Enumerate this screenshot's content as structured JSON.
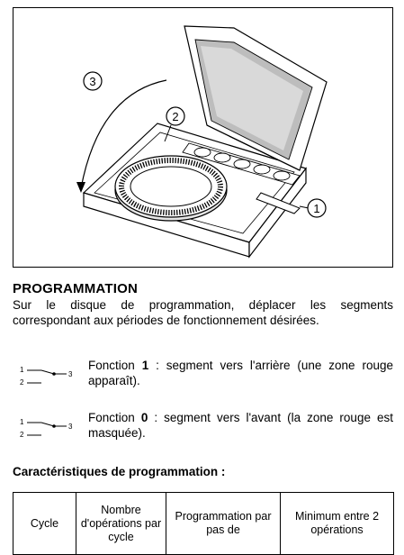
{
  "figure": {
    "callouts": [
      "1",
      "2",
      "3"
    ]
  },
  "heading": "PROGRAMMATION",
  "intro": "Sur le disque de programmation, déplacer les segments correspondant aux périodes de fonctionnement désirées.",
  "switch_symbol": {
    "terminals": [
      "1",
      "2",
      "3"
    ]
  },
  "functions": [
    {
      "prefix": "Fonction ",
      "number": "1",
      "text": " : segment vers l'arrière (une zone rouge apparaît)."
    },
    {
      "prefix": "Fonction ",
      "number": "0",
      "text": " : segment vers l'avant (la zone rouge est masquée)."
    }
  ],
  "subheading": "Caractéristiques de programmation :",
  "table": {
    "headers": [
      "Cycle",
      "Nombre d'opérations par cycle",
      "Programmation par pas de",
      "Minimum entre 2 opérations"
    ]
  }
}
